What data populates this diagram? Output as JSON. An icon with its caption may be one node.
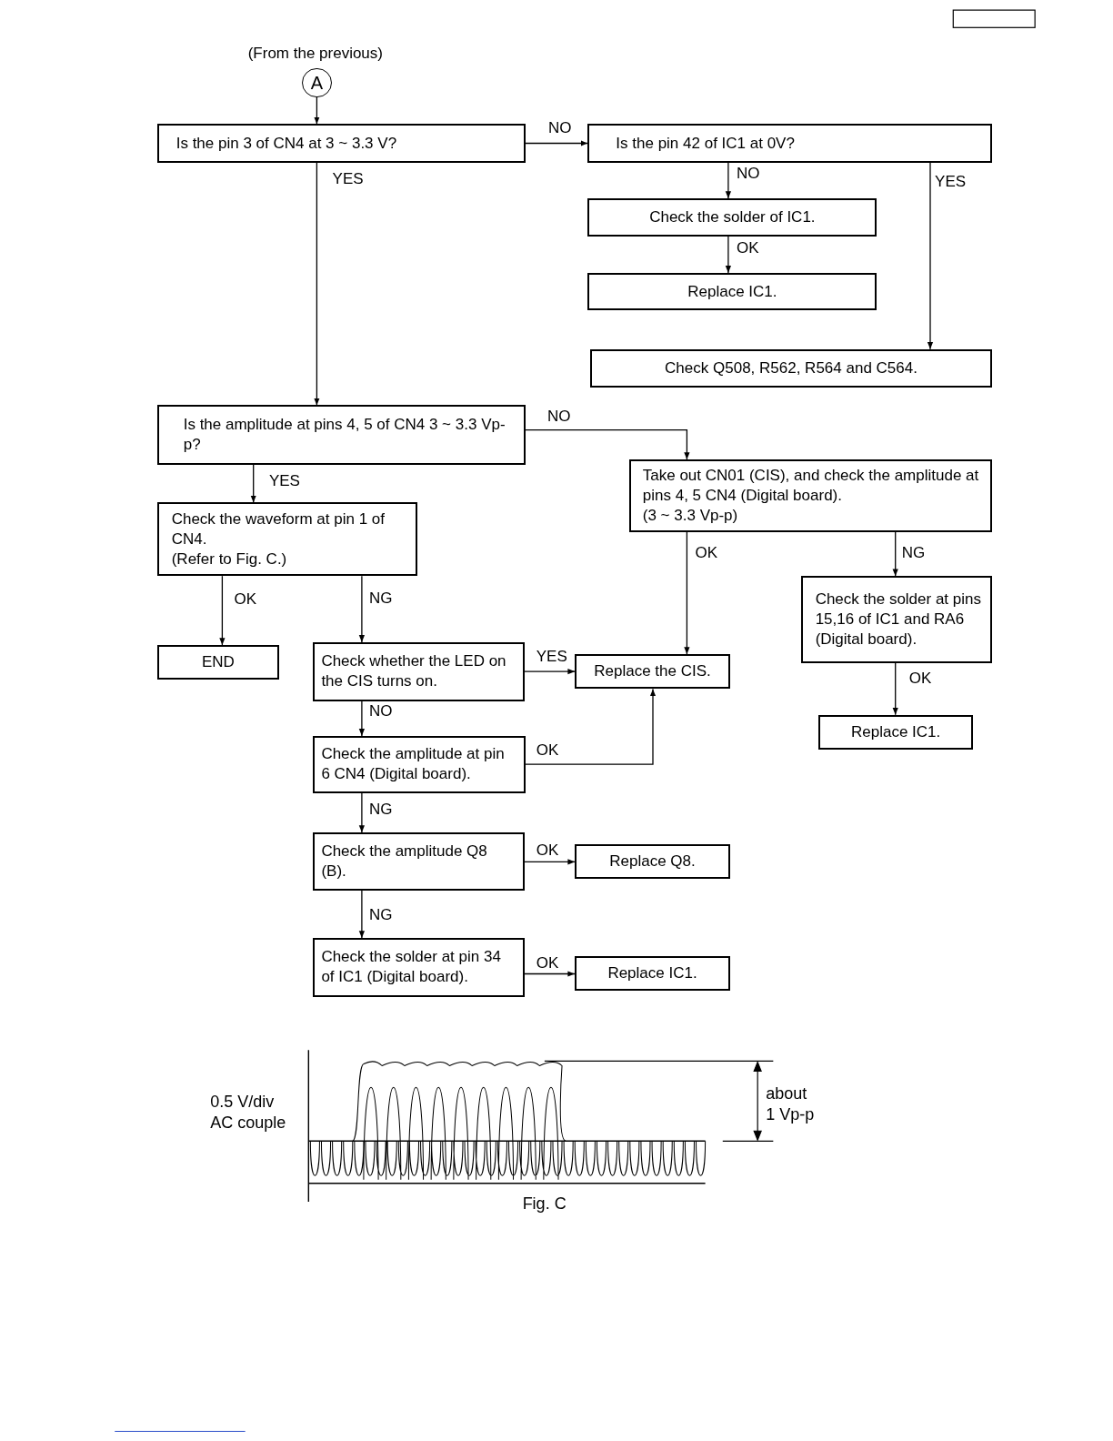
{
  "diagram": {
    "nodes": [
      {
        "text": [
          "A"
        ],
        "beside": [
          "(From the previous)"
        ]
      },
      {
        "text": [
          "Is the pin 3 of CN4 at 3 ~ 3.3 V?"
        ]
      },
      {
        "text": [
          "Is the pin 42 of IC1 at 0V?"
        ]
      },
      {
        "text": [
          "Check the solder of IC1."
        ]
      },
      {
        "text": [
          "Replace IC1."
        ]
      },
      {
        "text": [
          "Check Q508, R562, R564 and C564."
        ]
      },
      {
        "text": [
          "Is the amplitude at pins 4, 5 of CN4 3 ~ 3.3 Vp-p?"
        ]
      },
      {
        "text": [
          "Take out CN01 (CIS), and check the amplitude at pins 4, 5 CN4 (Digital board).",
          "(3 ~ 3.3 Vp-p)"
        ]
      },
      {
        "text": [
          "Check the waveform at pin 1 of CN4.",
          "(Refer to Fig. C.)"
        ]
      },
      {
        "text": [
          "END"
        ]
      },
      {
        "text": [
          "Check whether the LED on the CIS turns on."
        ]
      },
      {
        "text": [
          "Replace the CIS."
        ]
      },
      {
        "text": [
          "Check the solder at pins 15,16 of IC1 and RA6",
          "(Digital board)."
        ]
      },
      {
        "text": [
          "Replace IC1."
        ]
      },
      {
        "text": [
          "Check the amplitude at pin 6 CN4 (Digital board)."
        ]
      },
      {
        "text": [
          "Check the amplitude Q8 (B)."
        ]
      },
      {
        "text": [
          "Replace Q8."
        ]
      },
      {
        "text": [
          "Check the solder at pin 34 of IC1 (Digital board)."
        ]
      },
      {
        "text": [
          "Replace IC1."
        ]
      }
    ],
    "edges": [
      {
        "from": 0,
        "to": 1,
        "arrow": "to"
      },
      {
        "from": 1,
        "to": 2,
        "arrow": "to",
        "label": "NO"
      },
      {
        "from": 1,
        "to": 6,
        "arrow": "to",
        "label": "YES"
      },
      {
        "from": 2,
        "to": 3,
        "arrow": "to",
        "label": "NO"
      },
      {
        "from": 3,
        "to": 4,
        "arrow": "to",
        "label": "OK"
      },
      {
        "from": 2,
        "to": 5,
        "arrow": "to",
        "label": "YES"
      },
      {
        "from": 6,
        "to": 7,
        "arrow": "to",
        "label": "NO"
      },
      {
        "from": 6,
        "to": 8,
        "arrow": "to",
        "label": "YES"
      },
      {
        "from": 8,
        "to": 9,
        "arrow": "to",
        "label": "OK"
      },
      {
        "from": 8,
        "to": 10,
        "arrow": "to",
        "label": "NG"
      },
      {
        "from": 10,
        "to": 11,
        "arrow": "to",
        "label": "YES"
      },
      {
        "from": 10,
        "to": 14,
        "arrow": "to",
        "label": "NO"
      },
      {
        "from": 7,
        "to": 11,
        "arrow": "to",
        "label": "OK"
      },
      {
        "from": 7,
        "to": 12,
        "arrow": "to",
        "label": "NG"
      },
      {
        "from": 12,
        "to": 13,
        "arrow": "to",
        "label": "OK"
      },
      {
        "from": 14,
        "to": 11,
        "arrow": "to",
        "label": "OK"
      },
      {
        "from": 14,
        "to": 15,
        "arrow": "to",
        "label": "NG"
      },
      {
        "from": 15,
        "to": 16,
        "arrow": "to",
        "label": "OK"
      },
      {
        "from": 15,
        "to": 17,
        "arrow": "to",
        "label": "NG"
      },
      {
        "from": 17,
        "to": 18,
        "arrow": "to",
        "label": "OK"
      }
    ],
    "labels": [
      "0.5 V/div",
      "AC couple",
      "about",
      "1 Vp-p",
      "Fig. C"
    ]
  }
}
